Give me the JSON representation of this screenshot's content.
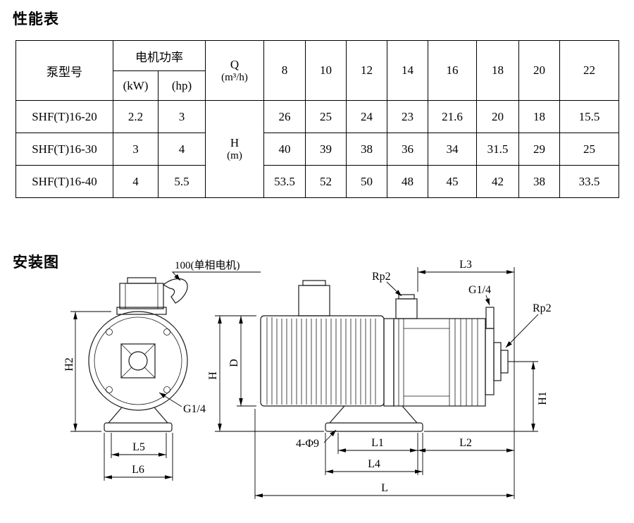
{
  "page": {
    "performance_title": "性能表",
    "installation_title": "安装图"
  },
  "table": {
    "pump_model_header": "泵型号",
    "motor_power_header": "电机功率",
    "kw_header": "(kW)",
    "hp_header": "(hp)",
    "q_header": "Q",
    "q_unit": "(m³/h)",
    "h_header": "H",
    "h_unit": "(m)",
    "flow_values": [
      "8",
      "10",
      "12",
      "14",
      "16",
      "18",
      "20",
      "22"
    ],
    "rows": [
      {
        "model": "SHF(T)16-20",
        "kw": "2.2",
        "hp": "3",
        "heads": [
          "26",
          "25",
          "24",
          "23",
          "21.6",
          "20",
          "18",
          "15.5"
        ]
      },
      {
        "model": "SHF(T)16-30",
        "kw": "3",
        "hp": "4",
        "heads": [
          "40",
          "39",
          "38",
          "36",
          "34",
          "31.5",
          "29",
          "25"
        ]
      },
      {
        "model": "SHF(T)16-40",
        "kw": "4",
        "hp": "5.5",
        "heads": [
          "53.5",
          "52",
          "50",
          "48",
          "45",
          "42",
          "38",
          "33.5"
        ]
      }
    ]
  },
  "diagram": {
    "labels": {
      "motor_note": "100(单相电机)",
      "h2": "H2",
      "g14_left": "G1/4",
      "l5": "L5",
      "l6": "L6",
      "rp2_top": "Rp2",
      "l3": "L3",
      "g14_right": "G1/4",
      "rp2_right": "Rp2",
      "h": "H",
      "d": "D",
      "h1": "H1",
      "holes": "4-Φ9",
      "l1": "L1",
      "l2": "L2",
      "l4": "L4",
      "l": "L"
    }
  }
}
